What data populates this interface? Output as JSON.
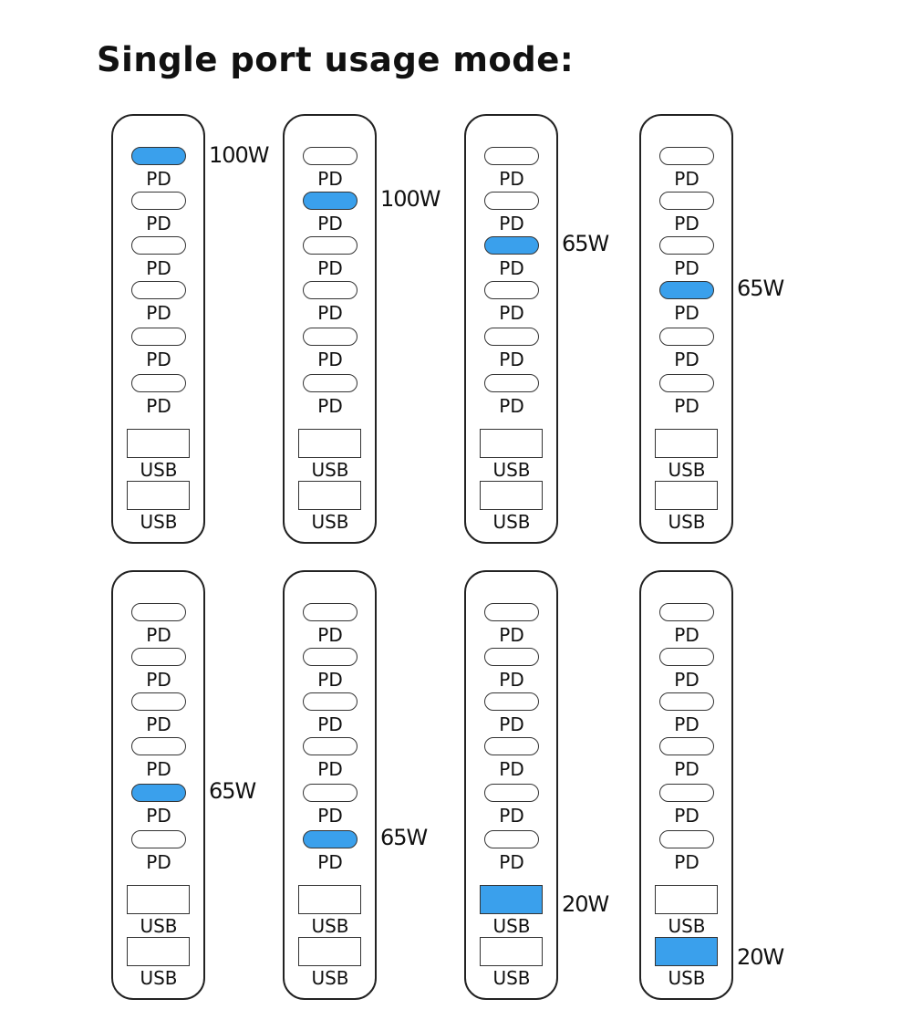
{
  "title": "Single port usage mode:",
  "active_color": "#3aa0ec",
  "port_labels": [
    "PD",
    "PD",
    "PD",
    "PD",
    "PD",
    "PD",
    "USB",
    "USB"
  ],
  "hubs": [
    {
      "active_port": 0,
      "power": "100W"
    },
    {
      "active_port": 1,
      "power": "100W"
    },
    {
      "active_port": 2,
      "power": "65W"
    },
    {
      "active_port": 3,
      "power": "65W"
    },
    {
      "active_port": 4,
      "power": "65W"
    },
    {
      "active_port": 5,
      "power": "65W"
    },
    {
      "active_port": 6,
      "power": "20W"
    },
    {
      "active_port": 7,
      "power": "20W"
    }
  ]
}
